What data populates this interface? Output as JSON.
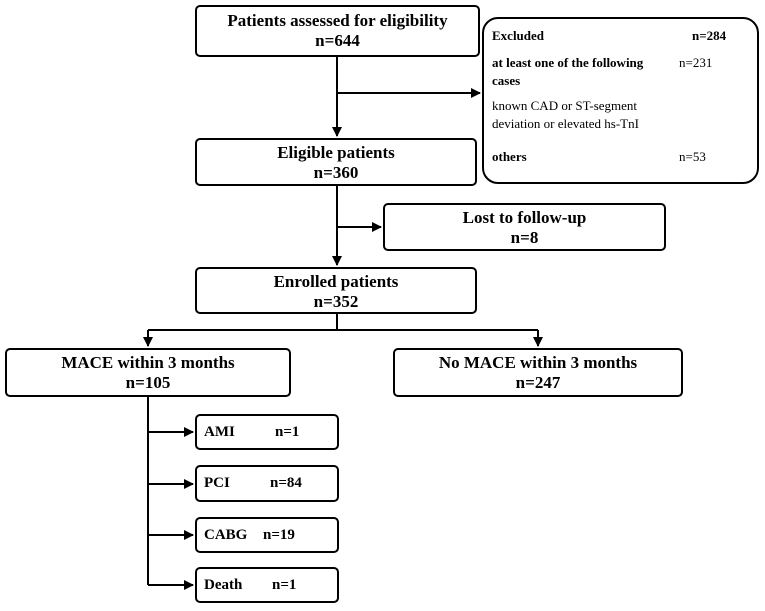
{
  "assessed": {
    "title": "Patients assessed for eligibility",
    "n": "n=644"
  },
  "excluded": {
    "title": "Excluded",
    "n": "n=284",
    "criteria_line1": "at least one of the following",
    "criteria_line2": "cases",
    "criteria_n": "n=231",
    "detail_line1": "known CAD  or  ST-segment",
    "detail_line2": "deviation or elevated hs-TnI",
    "others": "others",
    "others_n": "n=53"
  },
  "eligible": {
    "title": "Eligible patients",
    "n": "n=360"
  },
  "lost": {
    "title": "Lost to follow-up",
    "n": "n=8"
  },
  "enrolled": {
    "title": "Enrolled patients",
    "n": "n=352"
  },
  "mace": {
    "title": "MACE within 3 months",
    "n": "n=105"
  },
  "no_mace": {
    "title": "No MACE within 3 months",
    "n": "n=247"
  },
  "outcomes": [
    {
      "label": "AMI",
      "n": "n=1"
    },
    {
      "label": "PCI",
      "n": "n=84"
    },
    {
      "label": "CABG",
      "n": "n=19"
    },
    {
      "label": "Death",
      "n": "n=1"
    }
  ]
}
